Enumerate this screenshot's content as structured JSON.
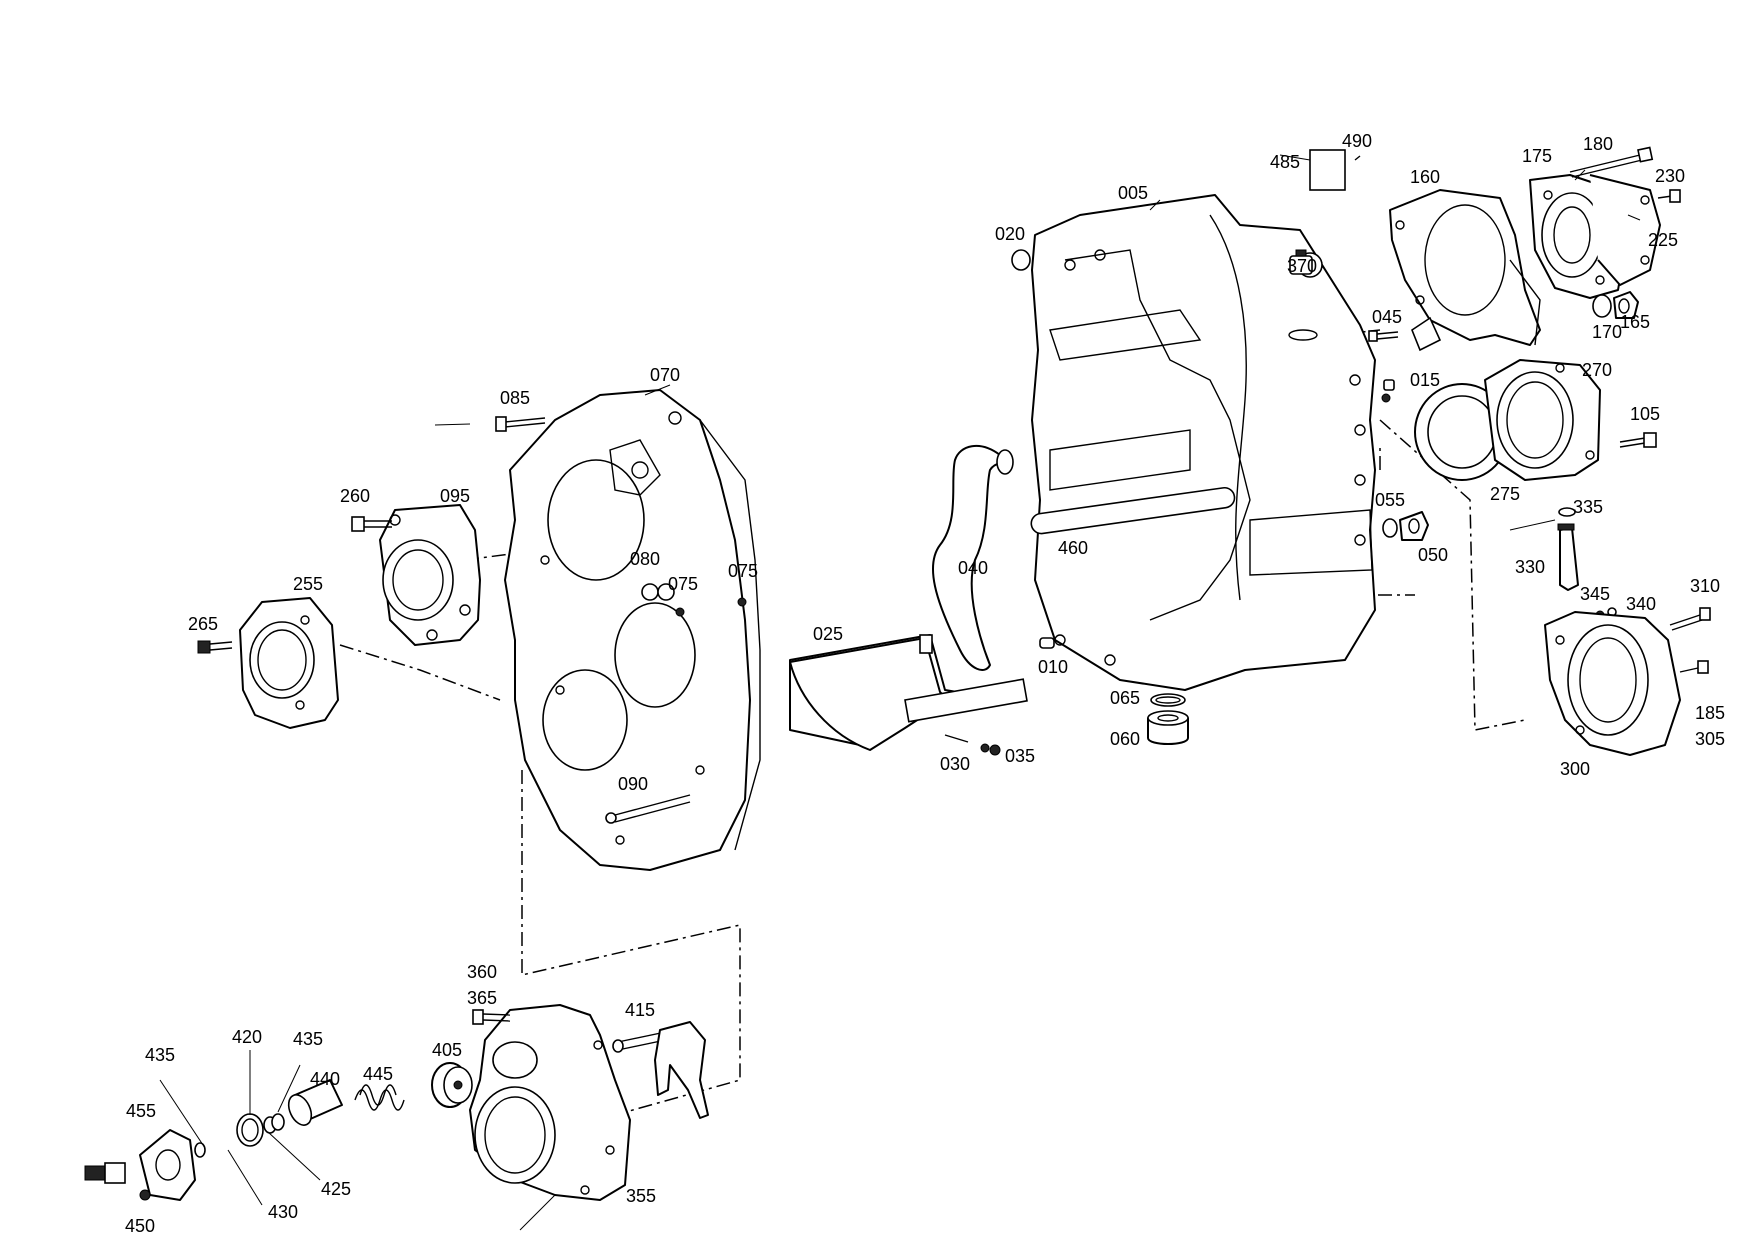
{
  "labels": {
    "l005": "005",
    "l010": "010",
    "l015": "015",
    "l020": "020",
    "l025": "025",
    "l030": "030",
    "l035": "035",
    "l040": "040",
    "l045": "045",
    "l050": "050",
    "l055": "055",
    "l060": "060",
    "l065": "065",
    "l070": "070",
    "l075a": "075",
    "l075b": "075",
    "l080": "080",
    "l085": "085",
    "l090": "090",
    "l095": "095",
    "l105": "105",
    "l160": "160",
    "l165": "165",
    "l170": "170",
    "l175": "175",
    "l180": "180",
    "l185": "185",
    "l225": "225",
    "l230": "230",
    "l255": "255",
    "l260": "260",
    "l265": "265",
    "l270": "270",
    "l275": "275",
    "l300": "300",
    "l305": "305",
    "l310": "310",
    "l330": "330",
    "l335": "335",
    "l340": "340",
    "l345": "345",
    "l355": "355",
    "l360": "360",
    "l365": "365",
    "l370": "370",
    "l405": "405",
    "l415": "415",
    "l420": "420",
    "l425": "425",
    "l430": "430",
    "l435a": "435",
    "l435b": "435",
    "l440": "440",
    "l445": "445",
    "l450": "450",
    "l455": "455",
    "l460": "460",
    "l485": "485",
    "l490": "490"
  }
}
